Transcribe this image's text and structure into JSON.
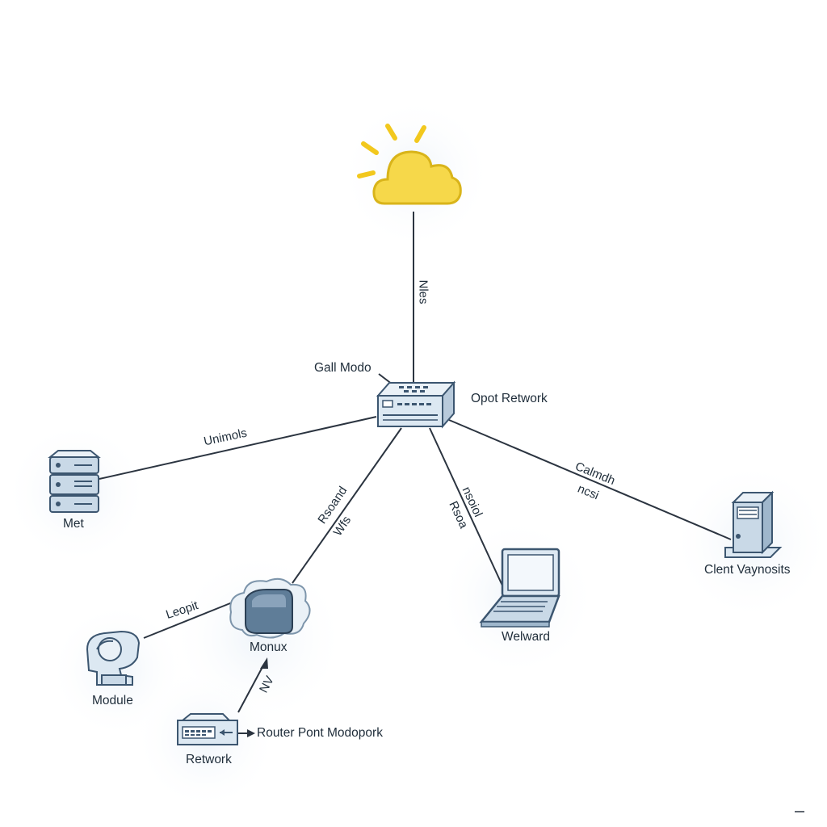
{
  "nodes": {
    "gateway": "Gall Modo",
    "switch_side_label": "Opot Retwork",
    "left_server": "Met",
    "client": "Clent Vaynosits",
    "cloud_node": "Monux",
    "module": "Module",
    "laptop": "Welward",
    "router": "Retwork",
    "router_port": "Router Pont Modopork"
  },
  "edges": {
    "cloud_link": "Nles",
    "left_link": "Unimols",
    "center_left_a": "Rsoand",
    "center_left_b": "Wfs",
    "center_right_a": "nsoiol",
    "center_right_b": "Rsoa",
    "right_a": "Calmdh",
    "right_b": "ncsi",
    "module_link": "Leopit",
    "router_link": "NV"
  },
  "colors": {
    "line": "#2b3440",
    "device_stroke": "#3c5670",
    "device_fill": "#dce8f2",
    "sun": "#f2c81e",
    "cloud_fill": "#f6d84a",
    "cloud_stroke": "#d9b41a",
    "halo": "#eef4f9"
  },
  "icons": [
    "sun-cloud-icon",
    "switch-icon",
    "server-stack-icon",
    "tower-server-icon",
    "cloud-device-icon",
    "module-icon",
    "laptop-icon",
    "router-icon"
  ]
}
